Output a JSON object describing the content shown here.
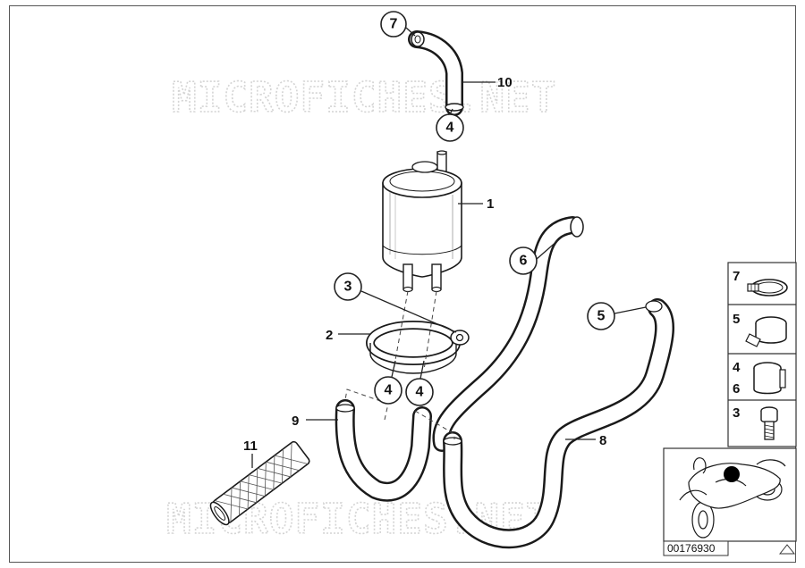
{
  "watermark": {
    "top": "MICROFICHES.NET",
    "bottom": "MICROFICHES.NET"
  },
  "callouts": {
    "c7": "7",
    "c4_top": "4",
    "c3": "3",
    "c6": "6",
    "c5": "5",
    "c4_left": "4",
    "c4_right": "4"
  },
  "labels": {
    "l10": "10",
    "l1": "1",
    "l2": "2",
    "l9": "9",
    "l8": "8",
    "l11": "11"
  },
  "legend": {
    "row1": "7",
    "row2": "5",
    "row3a": "4",
    "row3b": "6",
    "row4": "3"
  },
  "part_number": "00176930",
  "colors": {
    "line": "#1a1a1a",
    "watermark": "#d4d4d4",
    "background": "#ffffff"
  }
}
